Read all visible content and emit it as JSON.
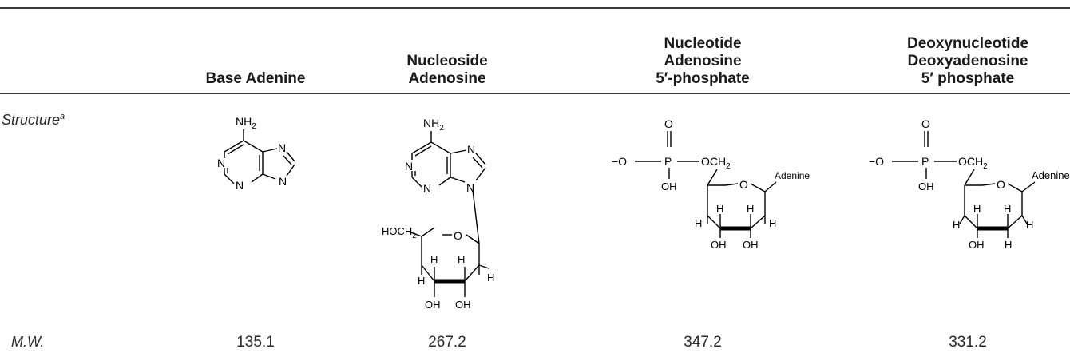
{
  "columns": [
    {
      "lines": [
        "Base Adenine"
      ]
    },
    {
      "lines": [
        "Nucleoside",
        "Adenosine"
      ]
    },
    {
      "lines": [
        "Nucleotide",
        "Adenosine",
        "5′-phosphate"
      ]
    },
    {
      "lines": [
        "Deoxynucleotide",
        "Deoxyadenosine",
        "5′ phosphate"
      ]
    }
  ],
  "rows": {
    "structure_label": "Structure",
    "structure_footnote": "a",
    "mw_label": "M.W."
  },
  "mw_values": [
    "135.1",
    "267.2",
    "347.2",
    "331.2"
  ],
  "atoms": {
    "nh2_main": "NH",
    "nh2_sub": "2",
    "n": "N",
    "ho_h": "H",
    "ho_o": "OCH",
    "ho_sub": "2",
    "h": "H",
    "oh": "OH",
    "o": "O",
    "o_minus": "−O",
    "p": "P",
    "och": "OCH",
    "och_sub": "2",
    "adenine": "Adenine"
  }
}
